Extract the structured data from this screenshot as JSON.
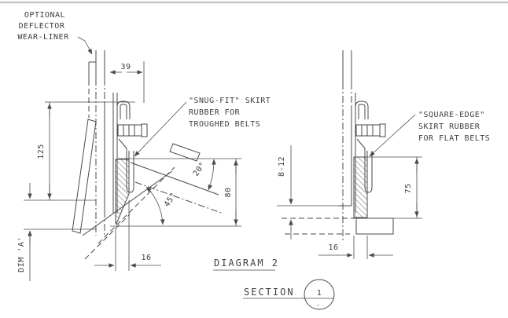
{
  "colors": {
    "line": "#4a4a4a",
    "text": "#3f3f3f",
    "border": "#c4c4c4",
    "background": "#ffffff"
  },
  "titles": {
    "diagram": "DIAGRAM 2",
    "section": "SECTION",
    "section_number": "1",
    "section_dash": "-"
  },
  "left": {
    "callout_wear_liner": [
      "OPTIONAL",
      "DEFLECTOR",
      "WEAR-LINER"
    ],
    "callout_rubber": [
      "\"SNUG-FIT\" SKIRT",
      "RUBBER FOR",
      "TROUGHED BELTS"
    ],
    "dims": {
      "top_width": "39",
      "side_height": "125",
      "belt_angle": "20°",
      "rubber_height": "80",
      "cut_angle": "45°",
      "rubber_width": "16",
      "gap": "DIM 'A'"
    }
  },
  "right": {
    "callout_rubber": [
      "\"SQUARE-EDGE\"",
      "SKIRT RUBBER",
      "FOR FLAT BELTS"
    ],
    "dims": {
      "gap": "8-12",
      "rubber_height": "75",
      "rubber_width": "16"
    }
  }
}
